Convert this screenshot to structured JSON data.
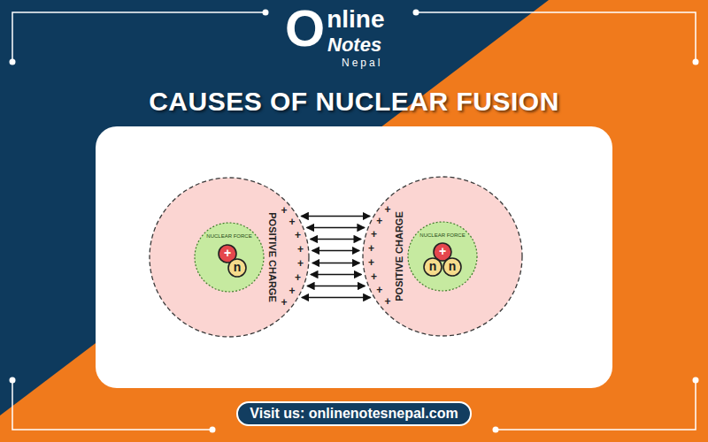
{
  "diagram": {
    "title": "CAUSES OF NUCLEAR FUSION",
    "nodes": [
      {
        "text": [
          "POSITIVE CHARGE",
          "+",
          "+",
          "+",
          "+",
          "+",
          "+",
          "+",
          "+"
        ]
      },
      {
        "text": [
          "NUCLEAR FORCE"
        ],
        "in": 0
      },
      {
        "text": [
          "+"
        ],
        "in": 1
      },
      {
        "text": [
          "n"
        ],
        "in": 1
      },
      {
        "text": [
          "POSITIVE CHARGE",
          "+",
          "+",
          "+",
          "+",
          "+",
          "+",
          "+",
          "+"
        ]
      },
      {
        "text": [
          "NUCLEAR FORCE"
        ],
        "in": 4
      },
      {
        "text": [
          "+"
        ],
        "in": 5
      },
      {
        "text": [
          "n"
        ],
        "in": 5
      },
      {
        "text": [
          "n"
        ],
        "in": 5
      },
      {
        "text": [
          "Visit us: onlinenotesnepal.com"
        ]
      }
    ],
    "edges": [
      {
        "from": 0,
        "to": 4,
        "arrow": "both"
      },
      {
        "from": 0,
        "to": 4,
        "arrow": "both"
      },
      {
        "from": 0,
        "to": 4,
        "arrow": "both"
      },
      {
        "from": 0,
        "to": 4,
        "arrow": "both"
      },
      {
        "from": 0,
        "to": 4,
        "arrow": "both"
      },
      {
        "from": 0,
        "to": 4,
        "arrow": "both"
      },
      {
        "from": 0,
        "to": 4,
        "arrow": "both"
      },
      {
        "from": 0,
        "to": 4,
        "arrow": "both"
      }
    ],
    "labels": [
      "Online",
      "Notes",
      "Nepal"
    ]
  }
}
